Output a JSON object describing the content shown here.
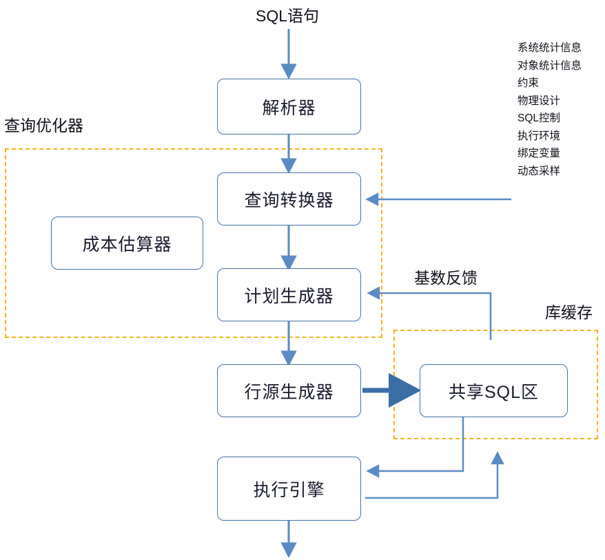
{
  "diagram": {
    "title_top": "SQL语句",
    "nodes": [
      {
        "id": "parser",
        "label": "解析器"
      },
      {
        "id": "query-transformer",
        "label": "查询转换器"
      },
      {
        "id": "cost-estimator",
        "label": "成本估算器"
      },
      {
        "id": "plan-generator",
        "label": "计划生成器"
      },
      {
        "id": "row-source-generator",
        "label": "行源生成器"
      },
      {
        "id": "shared-sql-area",
        "label": "共享SQL区"
      },
      {
        "id": "execution-engine",
        "label": "执行引擎"
      }
    ],
    "group_labels": [
      {
        "id": "query-optimizer",
        "label": "查询优化器"
      },
      {
        "id": "library-cache",
        "label": "库缓存"
      }
    ],
    "edge_labels": [
      {
        "id": "cardinality-feedback",
        "label": "基数反馈"
      }
    ],
    "inputs_list": {
      "name": "statistics-inputs",
      "items": [
        "系统统计信息",
        "对象统计信息",
        "约束",
        "物理设计",
        "SQL控制",
        "执行环境",
        "绑定变量",
        "动态采样"
      ]
    },
    "colors": {
      "box_border": "#4472a8",
      "arrow": "#5b8bc4",
      "arrow_thick": "#3a6ea5",
      "dashed_group": "#f5b417",
      "text": "#10101a",
      "background": "#ffffff"
    }
  }
}
